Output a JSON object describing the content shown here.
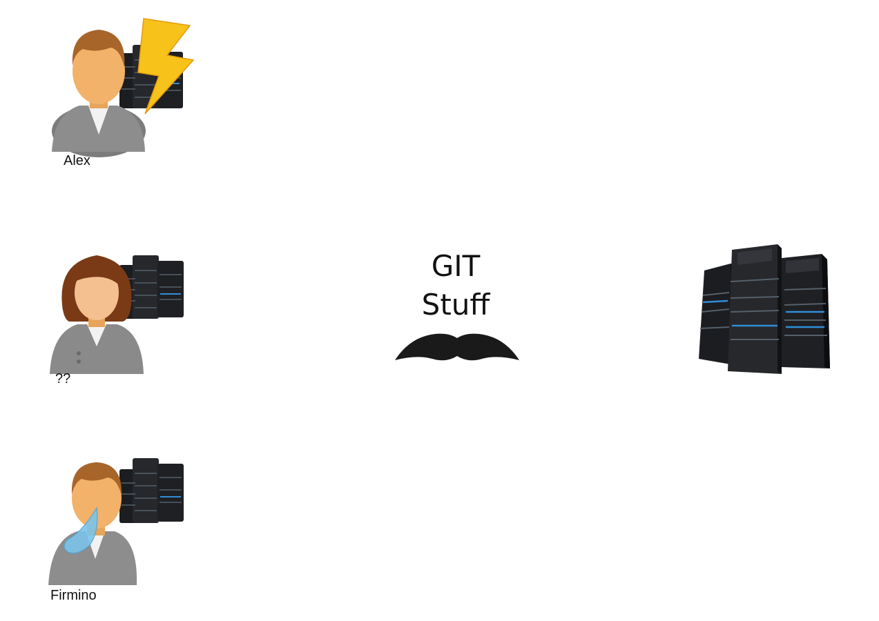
{
  "users": [
    {
      "name": "Alex",
      "status": "lightning-icon"
    },
    {
      "name": "??",
      "status": ""
    },
    {
      "name": "Firmino",
      "status": "tear-icon"
    }
  ],
  "center": {
    "line1": "GIT",
    "line2": "Stuff",
    "emblem": "mustache-icon"
  },
  "remote": {
    "icon": "server-rack-icon"
  },
  "colors": {
    "skin": "#f2b26a",
    "hair_male": "#a8652a",
    "hair_female": "#7a3a16",
    "suit": "#8a8a8a",
    "server": "#1c1d20",
    "server_light": "#2f8fd8",
    "bolt": "#f7c21a",
    "tear": "#7cc4ea",
    "mustache": "#1a1a1a"
  }
}
